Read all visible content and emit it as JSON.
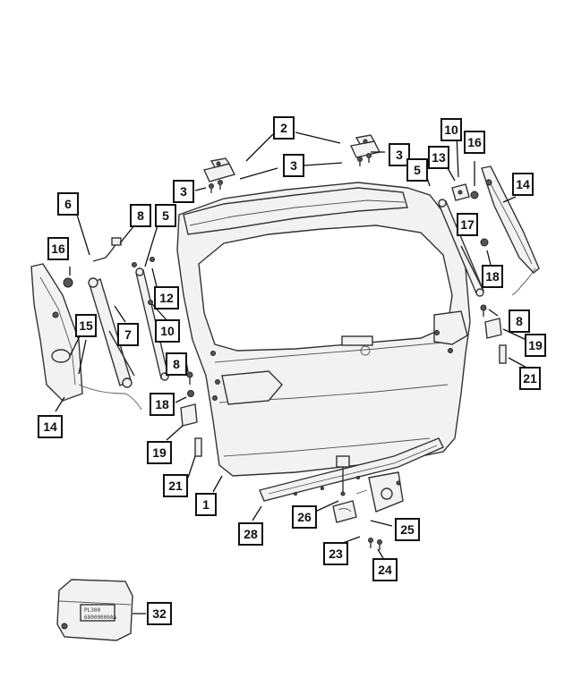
{
  "callouts": {
    "c1": "1",
    "c2": "2",
    "c3a": "3",
    "c3b": "3",
    "c3c": "3",
    "c5a": "5",
    "c5b": "5",
    "c6": "6",
    "c7": "7",
    "c8a": "8",
    "c8b": "8",
    "c8c": "8",
    "c10a": "10",
    "c10b": "10",
    "c12": "12",
    "c13": "13",
    "c14a": "14",
    "c14b": "14",
    "c15": "15",
    "c16a": "16",
    "c16b": "16",
    "c17": "17",
    "c18a": "18",
    "c18b": "18",
    "c19a": "19",
    "c19b": "19",
    "c21a": "21",
    "c21b": "21",
    "c23": "23",
    "c24": "24",
    "c25": "25",
    "c26": "26",
    "c28": "28",
    "c32": "32"
  },
  "module_label": {
    "line1": "PL300",
    "line2": "68000000AA"
  }
}
